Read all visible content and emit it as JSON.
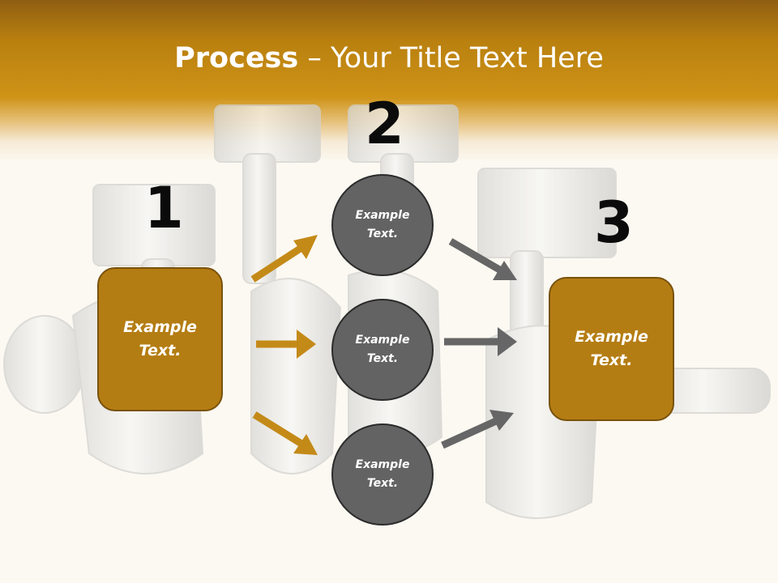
{
  "slide": {
    "title_bold": "Process",
    "title_rest": " – Your Title Text Here"
  },
  "steps": {
    "one": "1",
    "two": "2",
    "three": "3"
  },
  "boxes": {
    "left": "Example\nText.",
    "right": "Example\nText."
  },
  "circles": [
    "Example\nText.",
    "Example\nText.",
    "Example\nText."
  ],
  "colors": {
    "box_fill": "#b47d13",
    "circle_fill": "#636363",
    "arrow_gold": "#c48a18",
    "arrow_gray": "#666666",
    "header_gold": "#c8900f"
  }
}
